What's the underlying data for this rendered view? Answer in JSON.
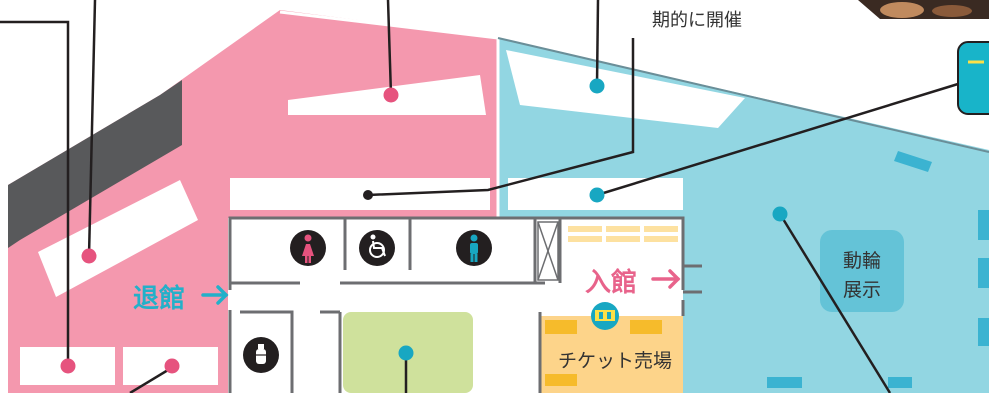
{
  "callout_text": "期的に開催",
  "exit_label": "退館",
  "enter_label": "入館",
  "ticket_label": "チケット売場",
  "bike_display_line1": "動輪",
  "bike_display_line2": "展示",
  "colors": {
    "pink_zone": "#f498ae",
    "blue_zone": "#92d6e2",
    "dark_wall": "#58595b",
    "pink_marker": "#e6537e",
    "blue_marker": "#18a7c2",
    "green_area": "#cfe19c",
    "ticket_area": "#fdd48a",
    "ticket_accent": "#f6bb2b",
    "bike_display": "#64c3d7"
  },
  "icons": [
    "female-restroom-icon",
    "wheelchair-restroom-icon",
    "male-restroom-icon",
    "baby-room-icon",
    "ticket-machine-icon",
    "exit-arrow-icon",
    "enter-arrow-icon"
  ]
}
